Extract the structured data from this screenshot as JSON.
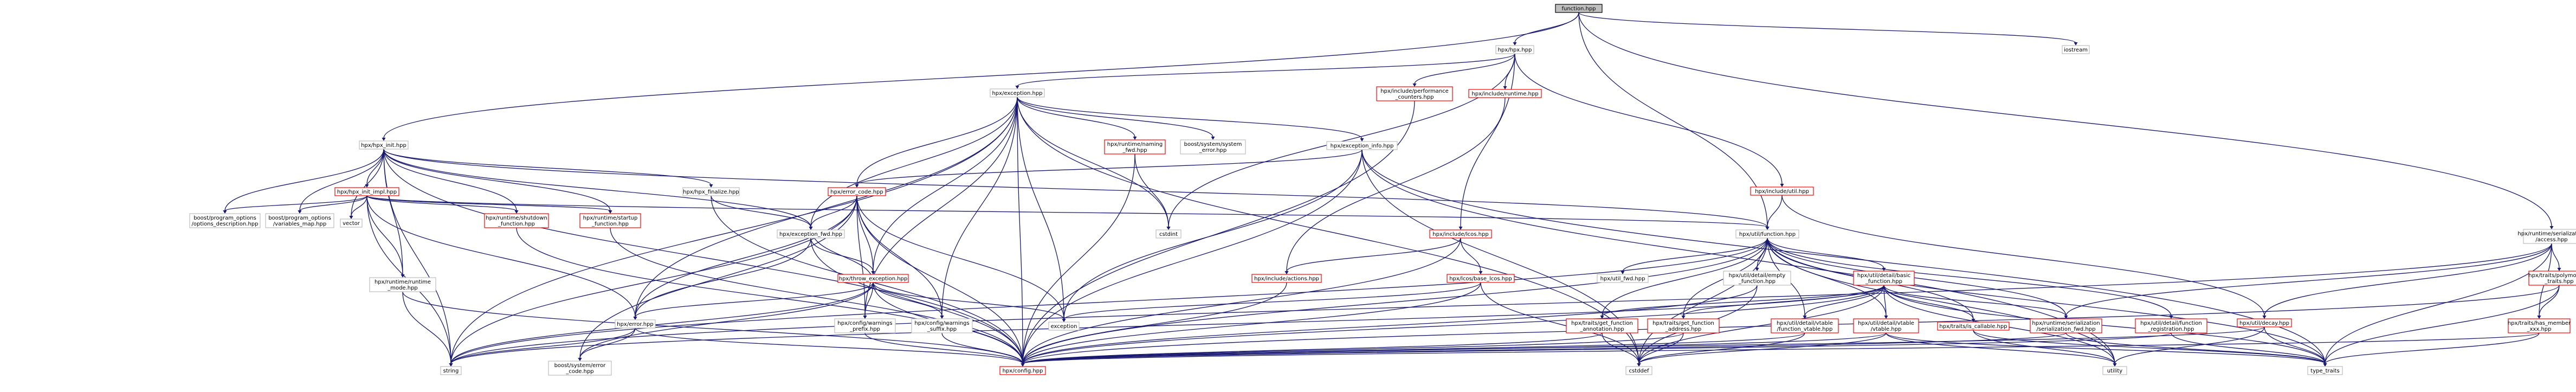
{
  "diagram": {
    "colors": {
      "edge": "#191970",
      "root_fill": "#bfbfbf",
      "root_border": "#000000",
      "node_border": "#bfbfbf",
      "incomplete_border": "#ff0000"
    },
    "nodes": [
      {
        "id": "n_function",
        "label": "function.hpp",
        "kind": "root"
      },
      {
        "id": "n_hpx",
        "label": "hpx/hpx.hpp",
        "kind": "normal"
      },
      {
        "id": "n_iostream",
        "label": "iostream",
        "kind": "normal"
      },
      {
        "id": "n_exception",
        "label": "hpx/exception.hpp",
        "kind": "normal"
      },
      {
        "id": "n_perf",
        "label": "hpx/include/performance\n_counters.hpp",
        "kind": "red"
      },
      {
        "id": "n_runtime_inc",
        "label": "hpx/include/runtime.hpp",
        "kind": "red"
      },
      {
        "id": "n_hpx_init",
        "label": "hpx/hpx_init.hpp",
        "kind": "normal"
      },
      {
        "id": "n_runtime_naming",
        "label": "hpx/runtime/naming\n_fwd.hpp",
        "kind": "red"
      },
      {
        "id": "n_boost_system_error",
        "label": "boost/system/system\n_error.hpp",
        "kind": "normal"
      },
      {
        "id": "n_exception_info",
        "label": "hpx/exception_info.hpp",
        "kind": "normal"
      },
      {
        "id": "n_util_hpp",
        "label": "hpx/include/util.hpp",
        "kind": "red"
      },
      {
        "id": "n_serialization_access",
        "label": "hpx/runtime/serialization\n/access.hpp",
        "kind": "normal"
      },
      {
        "id": "n_hpx_init_impl",
        "label": "hpx/hpx_init_impl.hpp",
        "kind": "red"
      },
      {
        "id": "n_hpx_finalize",
        "label": "hpx/hpx_finalize.hpp",
        "kind": "normal"
      },
      {
        "id": "n_error_code",
        "label": "hpx/error_code.hpp",
        "kind": "red"
      },
      {
        "id": "n_cstdint",
        "label": "cstdint",
        "kind": "normal"
      },
      {
        "id": "n_util_function",
        "label": "hpx/util/function.hpp",
        "kind": "normal"
      },
      {
        "id": "n_lcos",
        "label": "hpx/include/lcos.hpp",
        "kind": "red"
      },
      {
        "id": "n_boost_po_desc",
        "label": "boost/program_options\n/options_description.hpp",
        "kind": "normal"
      },
      {
        "id": "n_boost_po_vm",
        "label": "boost/program_options\n/variables_map.hpp",
        "kind": "normal"
      },
      {
        "id": "n_vector",
        "label": "vector",
        "kind": "normal"
      },
      {
        "id": "n_shutdown",
        "label": "hpx/runtime/shutdown\n_function.hpp",
        "kind": "red"
      },
      {
        "id": "n_startup",
        "label": "hpx/runtime/startup\n_function.hpp",
        "kind": "red"
      },
      {
        "id": "n_exception_fwd",
        "label": "hpx/exception_fwd.hpp",
        "kind": "normal"
      },
      {
        "id": "n_actions",
        "label": "hpx/include/actions.hpp",
        "kind": "red"
      },
      {
        "id": "n_lcos_base",
        "label": "hpx/lcos/base_lcos.hpp",
        "kind": "red"
      },
      {
        "id": "n_runtime_mode",
        "label": "hpx/runtime/runtime\n_mode.hpp",
        "kind": "normal"
      },
      {
        "id": "n_throw_exception",
        "label": "hpx/throw_exception.hpp",
        "kind": "red"
      },
      {
        "id": "n_util_fwd",
        "label": "hpx/util_fwd.hpp",
        "kind": "normal"
      },
      {
        "id": "n_util_detail_empty",
        "label": "hpx/util/detail/empty\n_function.hpp",
        "kind": "normal"
      },
      {
        "id": "n_util_detail_basic",
        "label": "hpx/util/detail/basic\n_function.hpp",
        "kind": "red"
      },
      {
        "id": "n_error_hpp",
        "label": "hpx/error.hpp",
        "kind": "normal"
      },
      {
        "id": "n_config_warnings_prefix",
        "label": "hpx/config/warnings\n_prefix.hpp",
        "kind": "normal"
      },
      {
        "id": "n_config_warnings_suffix",
        "label": "hpx/config/warnings\n_suffix.hpp",
        "kind": "normal"
      },
      {
        "id": "n_exception_std",
        "label": "exception",
        "kind": "normal"
      },
      {
        "id": "n_util_detail_vtable_function",
        "label": "hpx/util/detail/vtable\n/function_vtable.hpp",
        "kind": "red"
      },
      {
        "id": "n_util_detail_vtable_vtable",
        "label": "hpx/util/detail/vtable\n/vtable.hpp",
        "kind": "red"
      },
      {
        "id": "n_traits_get_fn_annotation",
        "label": "hpx/traits/get_function\n_annotation.hpp",
        "kind": "red"
      },
      {
        "id": "n_traits_get_fn_address",
        "label": "hpx/traits/get_function\n_address.hpp",
        "kind": "red"
      },
      {
        "id": "n_traits_is_callable",
        "label": "hpx/traits/is_callable.hpp",
        "kind": "red"
      },
      {
        "id": "n_serialization_fwd",
        "label": "hpx/runtime/serialization\n/serialization_fwd.hpp",
        "kind": "red"
      },
      {
        "id": "n_util_detail_fn_reg",
        "label": "hpx/util/detail/function\n_registration.hpp",
        "kind": "red"
      },
      {
        "id": "n_util_decay",
        "label": "hpx/util/decay.hpp",
        "kind": "red"
      },
      {
        "id": "n_traits_polymorphic",
        "label": "hpx/traits/polymorphic\n_traits.hpp",
        "kind": "red"
      },
      {
        "id": "n_traits_has_member",
        "label": "hpx/traits/has_member\n_xxx.hpp",
        "kind": "red"
      },
      {
        "id": "n_string",
        "label": "string",
        "kind": "normal"
      },
      {
        "id": "n_boost_system_error_code",
        "label": "boost/system/error\n_code.hpp",
        "kind": "normal"
      },
      {
        "id": "n_config",
        "label": "hpx/config.hpp",
        "kind": "red"
      },
      {
        "id": "n_cstddef",
        "label": "cstddef",
        "kind": "normal"
      },
      {
        "id": "n_utility",
        "label": "utility",
        "kind": "normal"
      },
      {
        "id": "n_type_traits",
        "label": "type_traits",
        "kind": "normal"
      }
    ]
  }
}
